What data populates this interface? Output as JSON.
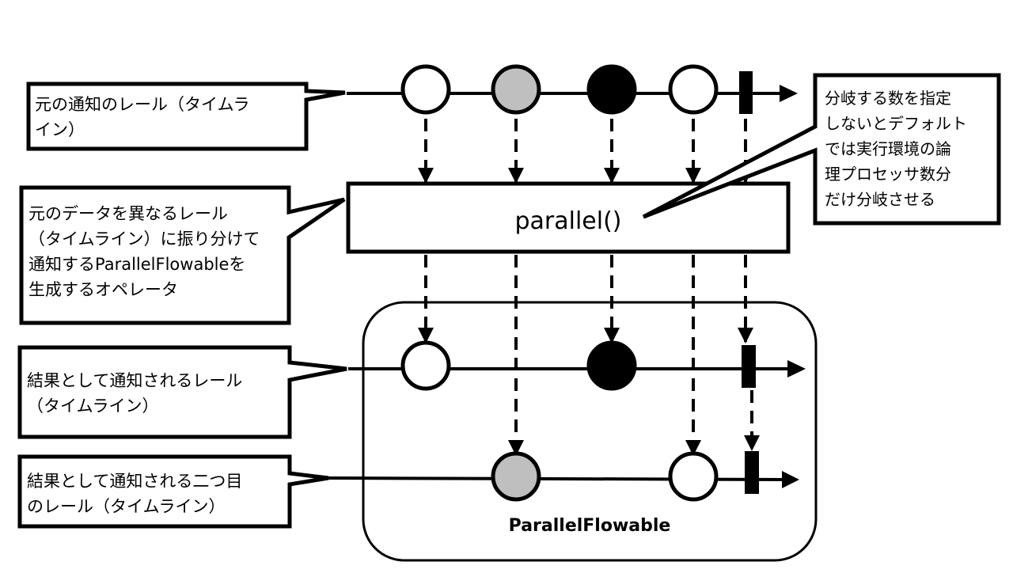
{
  "operator": {
    "label": "parallel()"
  },
  "container": {
    "label": "ParallelFlowable"
  },
  "callouts": {
    "source_rail": "元の通知のレール（タイムラ\nイン）",
    "operator_description": "元のデータを異なるレール\n（タイムライン）に振り分けて\n通知するParallelFlowableを\n生成するオペレータ",
    "result_rail_1": "結果として通知されるレール\n（タイムライン）",
    "result_rail_2": "結果として通知される二つ目\nのレール（タイムライン）",
    "default_branch_count": "分岐する数を指定\nしないとデフォルト\nでは実行環境の論\n理プロセッサ数分\nだけ分岐させる"
  },
  "timelines": {
    "source": {
      "items": [
        "white",
        "gray",
        "black",
        "white",
        "complete"
      ]
    },
    "rail_1": {
      "items": [
        "white",
        "black",
        "complete"
      ]
    },
    "rail_2": {
      "items": [
        "gray",
        "white",
        "complete"
      ]
    }
  },
  "colors": {
    "white": "#ffffff",
    "gray": "#bfbfbf",
    "black": "#000000",
    "stroke": "#000000"
  }
}
